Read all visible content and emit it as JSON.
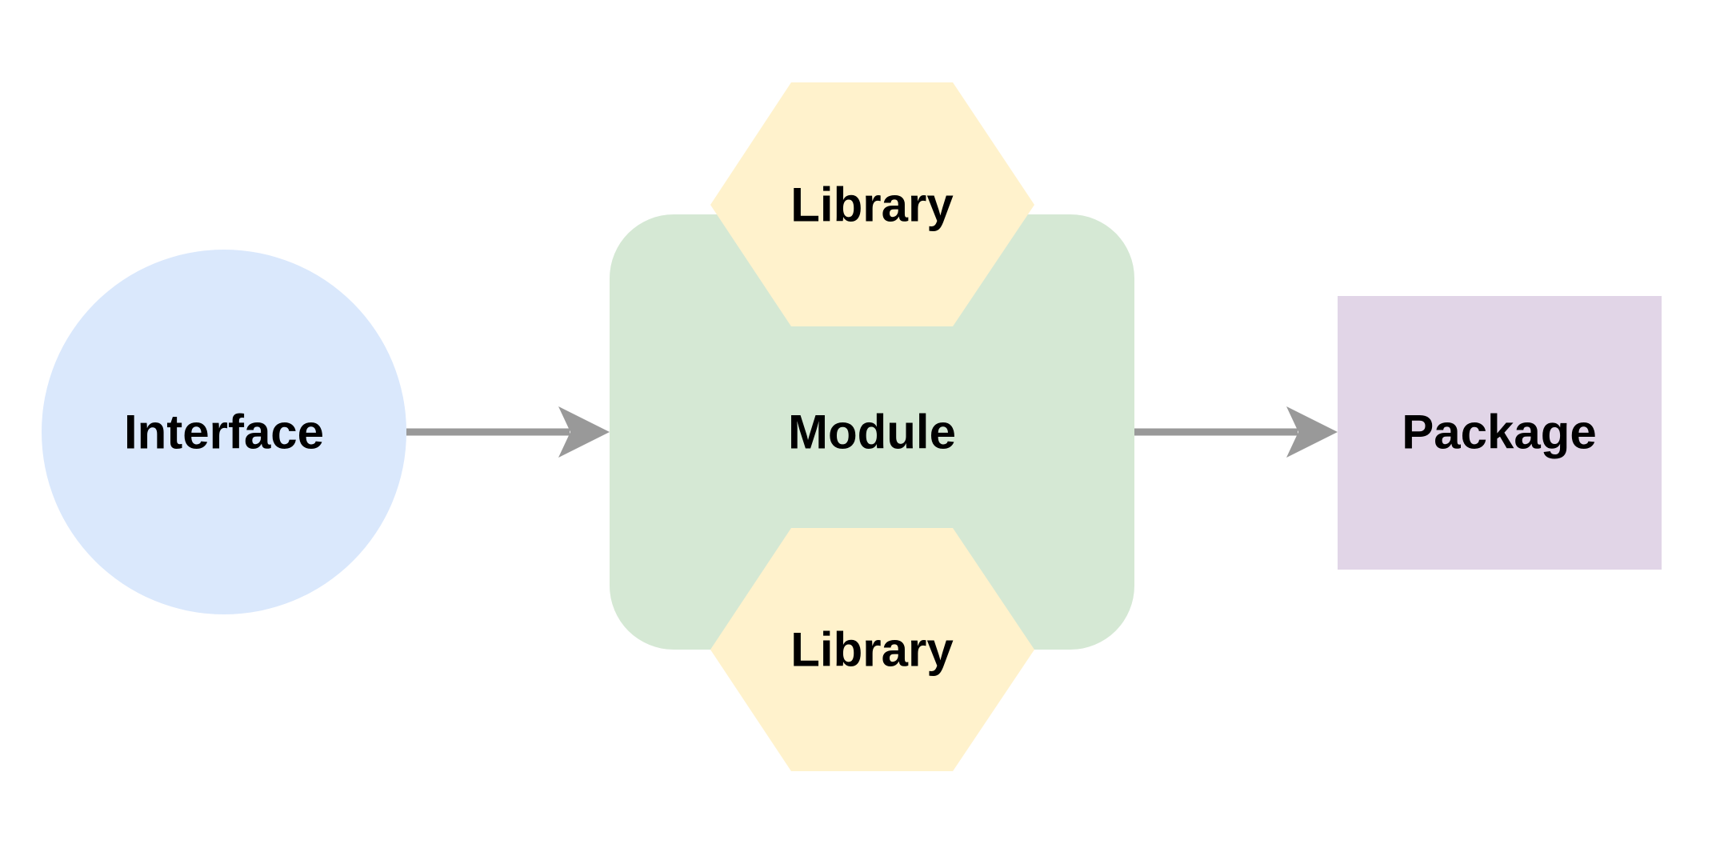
{
  "nodes": {
    "interface": {
      "label": "Interface",
      "shape": "circle",
      "fill": "#dae8fc"
    },
    "module": {
      "label": "Module",
      "shape": "rounded-rectangle",
      "fill": "#d5e8d4"
    },
    "library_top": {
      "label": "Library",
      "shape": "hexagon",
      "fill": "#fff2cc"
    },
    "library_bottom": {
      "label": "Library",
      "shape": "hexagon",
      "fill": "#fff2cc"
    },
    "package": {
      "label": "Package",
      "shape": "rectangle",
      "fill": "#e1d5e7"
    }
  },
  "edges": [
    {
      "from": "Interface",
      "to": "Module",
      "color": "#999999"
    },
    {
      "from": "Module",
      "to": "Package",
      "color": "#999999"
    }
  ]
}
